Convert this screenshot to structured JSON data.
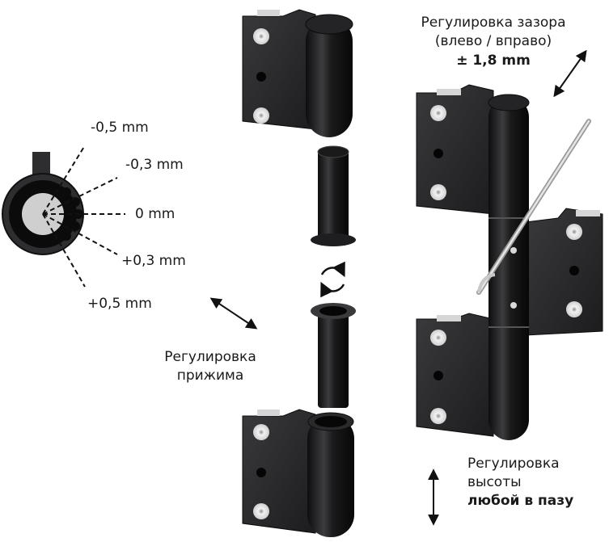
{
  "offsets": {
    "title_values": [
      "-0,5 mm",
      "-0,3 mm",
      "0 mm",
      "+0,3 mm",
      "+0,5 mm"
    ]
  },
  "labels": {
    "gap_line1": "Регулировка зазора",
    "gap_line2": "(влево / вправо)",
    "gap_value": "± 1,8 mm",
    "pressure_line1": "Регулировка",
    "pressure_line2": "прижима",
    "height_line1": "Регулировка",
    "height_line2": "высоты",
    "height_line3": "любой в пазу"
  },
  "colors": {
    "metal": "#2a2a2c",
    "metal_dark": "#121213",
    "metal_light": "#4a4a4d",
    "silver": "#d9d9d9",
    "text": "#1a1a1a"
  }
}
